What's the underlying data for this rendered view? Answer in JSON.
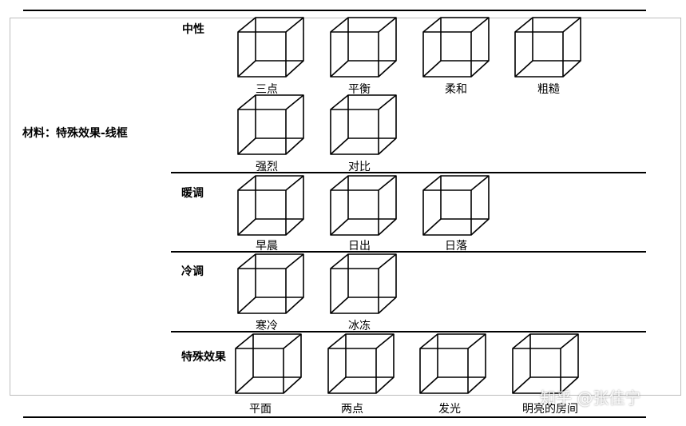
{
  "document": {
    "material_title": "材料：特殊效果-线框",
    "sections": [
      {
        "title": "中性",
        "items": [
          "三点",
          "平衡",
          "柔和",
          "粗糙",
          "强烈",
          "对比"
        ]
      },
      {
        "title": "暖调",
        "items": [
          "早晨",
          "日出",
          "日落"
        ]
      },
      {
        "title": "冷调",
        "items": [
          "寒冷",
          "冰冻"
        ]
      },
      {
        "title": "特殊效果",
        "items": [
          "平面",
          "两点",
          "发光",
          "明亮的房间"
        ]
      }
    ]
  },
  "watermark": "知乎 @张佳宁"
}
